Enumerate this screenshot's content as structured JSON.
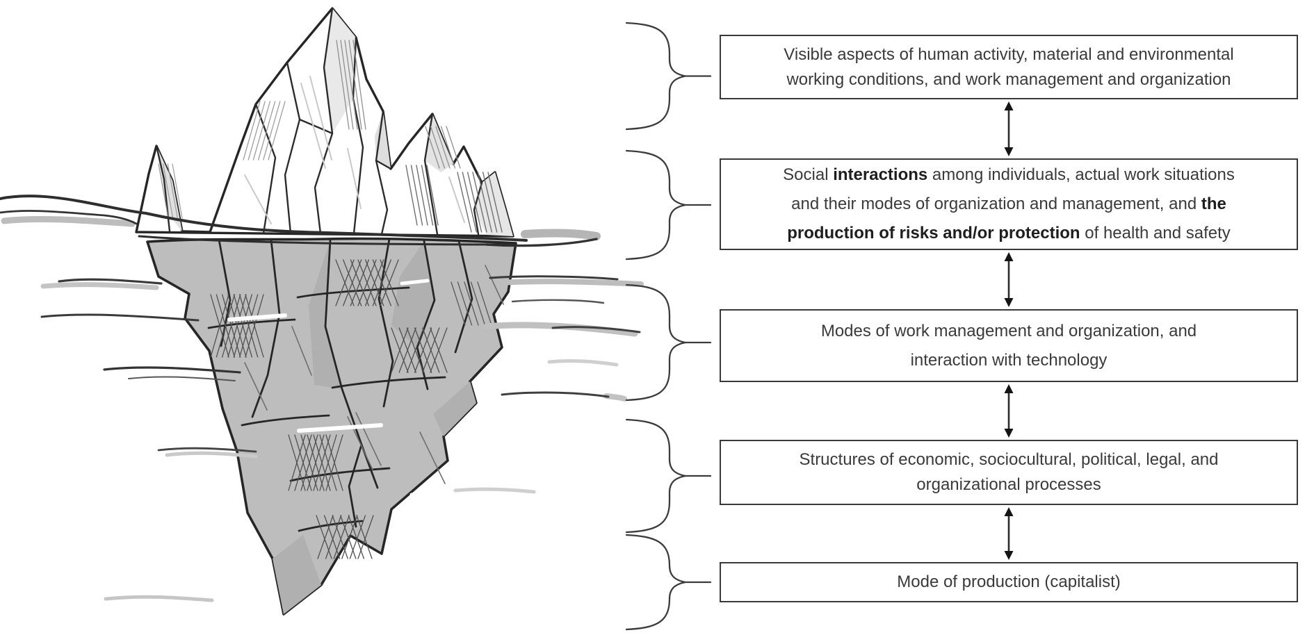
{
  "figure": {
    "illustration": "iceberg-sketch",
    "icons": {
      "brace": "}",
      "double_arrow": "↕"
    },
    "colors": {
      "background": "#ffffff",
      "box_border": "#383838",
      "box_text": "#3a3a3a",
      "bold_text": "#1e1e1e",
      "sketch_line": "#262626",
      "underwater_fill": "#bdbdbd",
      "water_shadow": "#b5b5b5",
      "connector_line": "#3c3c3c"
    }
  },
  "levels": [
    {
      "name": "level-1-visible-aspects",
      "segments": [
        {
          "text": "Visible aspects of human activity, material and environmental\nworking conditions, and work management and organization",
          "bold": false
        }
      ]
    },
    {
      "name": "level-2-social-interactions",
      "segments": [
        {
          "text": "Social ",
          "bold": false
        },
        {
          "text": "interactions",
          "bold": true
        },
        {
          "text": " among individuals, actual work situations\nand their modes of organization and management, and ",
          "bold": false
        },
        {
          "text": "the\nproduction of risks and/or protection",
          "bold": true
        },
        {
          "text": " of health and safety",
          "bold": false
        }
      ]
    },
    {
      "name": "level-3-modes-of-work",
      "segments": [
        {
          "text": "Modes of work management and organization, and\ninteraction with technology",
          "bold": false
        }
      ]
    },
    {
      "name": "level-4-structures",
      "segments": [
        {
          "text": "Structures of economic, sociocultural, political, legal, and\norganizational processes",
          "bold": false
        }
      ]
    },
    {
      "name": "level-5-mode-of-production",
      "segments": [
        {
          "text": "Mode of production (capitalist)",
          "bold": false
        }
      ]
    }
  ]
}
